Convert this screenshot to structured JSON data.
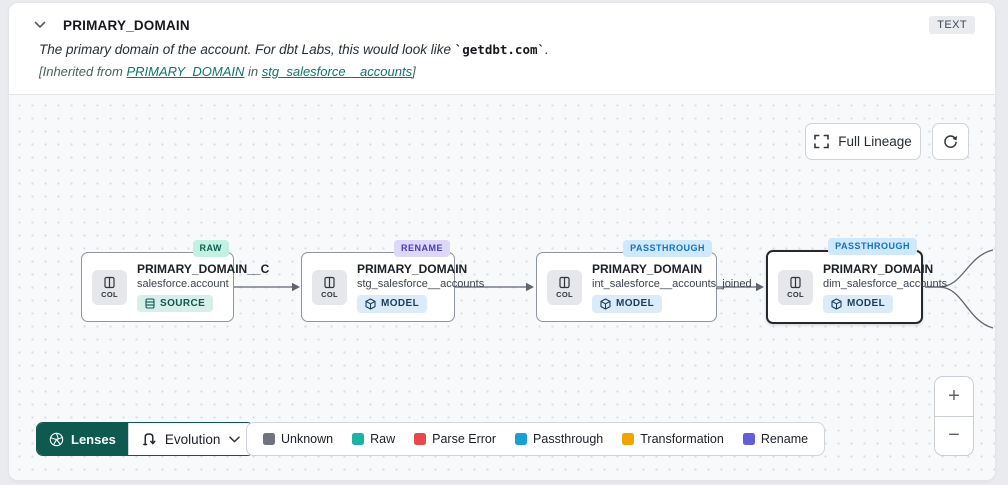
{
  "header": {
    "title": "PRIMARY_DOMAIN",
    "type_badge": "TEXT",
    "description_prefix": "The primary domain of the account. For dbt Labs, this would look like ",
    "description_code": "`getdbt.com`",
    "description_suffix": ".",
    "inherited_prefix": "[Inherited from ",
    "inherited_link_column": "PRIMARY_DOMAIN",
    "inherited_middle": " in ",
    "inherited_link_model": "stg_salesforce__accounts",
    "inherited_suffix": "]"
  },
  "canvas": {
    "full_lineage_label": "Full Lineage",
    "nodes": [
      {
        "status": "RAW",
        "title": "PRIMARY_DOMAIN__C",
        "subtitle": "salesforce.account",
        "type": "SOURCE",
        "col_label": "COL",
        "selected": false
      },
      {
        "status": "RENAME",
        "title": "PRIMARY_DOMAIN",
        "subtitle": "stg_salesforce__accounts",
        "type": "MODEL",
        "col_label": "COL",
        "selected": false
      },
      {
        "status": "PASSTHROUGH",
        "title": "PRIMARY_DOMAIN",
        "subtitle": "int_salesforce__accounts_joined",
        "type": "MODEL",
        "col_label": "COL",
        "selected": false
      },
      {
        "status": "PASSTHROUGH",
        "title": "PRIMARY_DOMAIN",
        "subtitle": "dim_salesforce_accounts",
        "type": "MODEL",
        "col_label": "COL",
        "selected": true
      }
    ],
    "zoom_in_label": "+",
    "zoom_out_label": "−"
  },
  "toolbar": {
    "lenses_label": "Lenses",
    "lens_selected": "Evolution",
    "legend": [
      {
        "label": "Unknown",
        "color": "#6f747c"
      },
      {
        "label": "Raw",
        "color": "#1cb3a2"
      },
      {
        "label": "Parse Error",
        "color": "#e5484d"
      },
      {
        "label": "Passthrough",
        "color": "#18a0d5"
      },
      {
        "label": "Transformation",
        "color": "#f0a400"
      },
      {
        "label": "Rename",
        "color": "#5f5fd6"
      }
    ]
  },
  "colors": {
    "accent_green": "#0e5a50",
    "link_teal": "#0f766e",
    "raw_badge_bg": "#c2f1e2",
    "rename_badge_bg": "#dcd7fb",
    "passthrough_badge_bg": "#cfe8fb",
    "source_badge_bg": "#d6efeb",
    "model_badge_bg": "#dcebf9"
  }
}
